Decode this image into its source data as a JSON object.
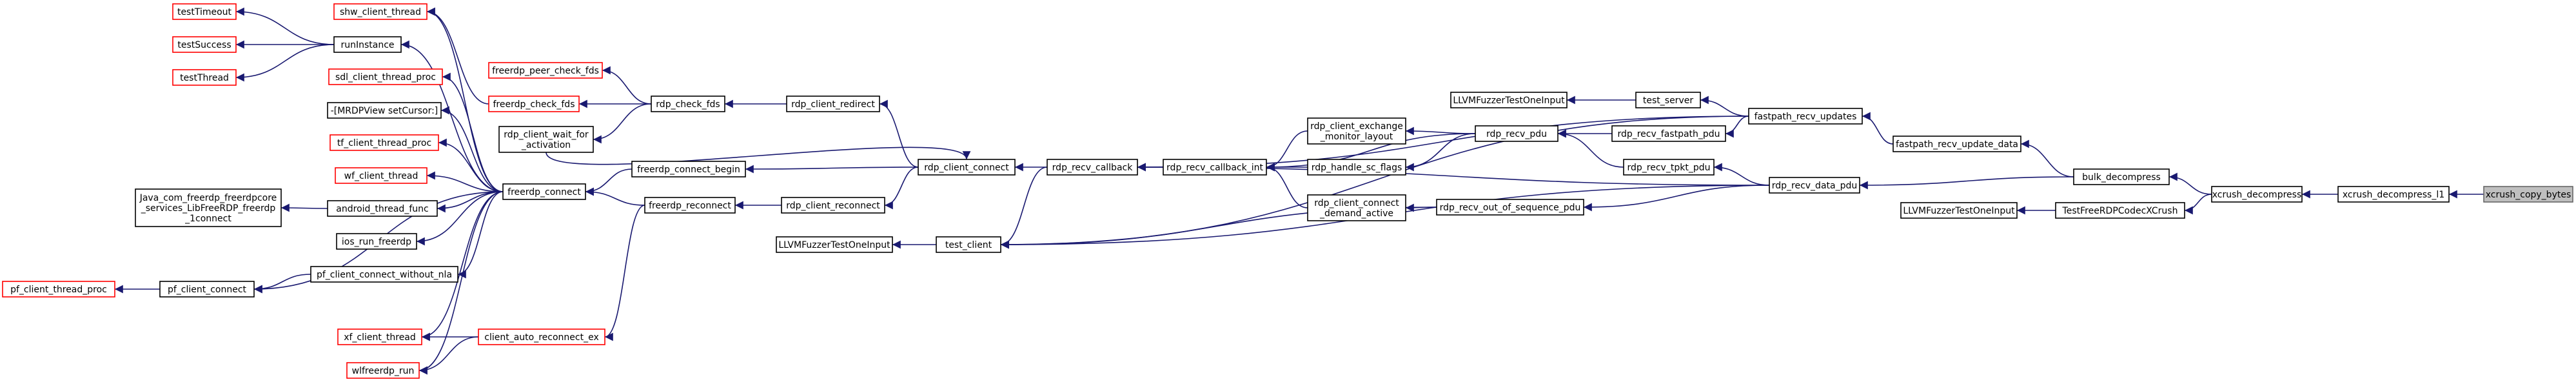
{
  "colors": {
    "edge": "#191970",
    "node_border_default": "#000000",
    "node_border_truncated": "#ff0000",
    "node_fill": "#ffffff",
    "node_fill_focus": "#bfbfbf"
  },
  "nodes": {
    "xcrush_copy_bytes": {
      "lines": [
        "xcrush_copy_bytes"
      ],
      "style": "focus"
    },
    "xcrush_decompress_l1": {
      "lines": [
        "xcrush_decompress_l1"
      ],
      "style": "default"
    },
    "xcrush_decompress": {
      "lines": [
        "xcrush_decompress"
      ],
      "style": "default"
    },
    "bulk_decompress": {
      "lines": [
        "bulk_decompress"
      ],
      "style": "default"
    },
    "TestFreeRDPCodecXCrush": {
      "lines": [
        "TestFreeRDPCodecXCrush"
      ],
      "style": "default"
    },
    "LLVMFuzzerTestOneInput_a": {
      "lines": [
        "LLVMFuzzerTestOneInput"
      ],
      "style": "default"
    },
    "fastpath_recv_update_data": {
      "lines": [
        "fastpath_recv_update_data"
      ],
      "style": "default"
    },
    "rdp_recv_data_pdu": {
      "lines": [
        "rdp_recv_data_pdu"
      ],
      "style": "default"
    },
    "fastpath_recv_updates": {
      "lines": [
        "fastpath_recv_updates"
      ],
      "style": "default"
    },
    "test_server": {
      "lines": [
        "test_server"
      ],
      "style": "default"
    },
    "LLVMFuzzerTestOneInput_b": {
      "lines": [
        "LLVMFuzzerTestOneInput"
      ],
      "style": "default"
    },
    "rdp_recv_fastpath_pdu": {
      "lines": [
        "rdp_recv_fastpath_pdu"
      ],
      "style": "default"
    },
    "rdp_recv_tpkt_pdu": {
      "lines": [
        "rdp_recv_tpkt_pdu"
      ],
      "style": "default"
    },
    "rdp_recv_pdu": {
      "lines": [
        "rdp_recv_pdu"
      ],
      "style": "default"
    },
    "rdp_recv_out_of_sequence_pdu": {
      "lines": [
        "rdp_recv_out_of_sequence_pdu"
      ],
      "style": "default"
    },
    "rdp_client_exchange_monitor_layout": {
      "lines": [
        "rdp_client_exchange",
        "_monitor_layout"
      ],
      "style": "default"
    },
    "rdp_handle_sc_flags": {
      "lines": [
        "rdp_handle_sc_flags"
      ],
      "style": "default"
    },
    "rdp_client_connect_demand_active": {
      "lines": [
        "rdp_client_connect",
        "_demand_active"
      ],
      "style": "default"
    },
    "rdp_recv_callback_int": {
      "lines": [
        "rdp_recv_callback_int"
      ],
      "style": "default"
    },
    "rdp_recv_callback": {
      "lines": [
        "rdp_recv_callback"
      ],
      "style": "default"
    },
    "rdp_client_connect": {
      "lines": [
        "rdp_client_connect"
      ],
      "style": "default"
    },
    "test_client": {
      "lines": [
        "test_client"
      ],
      "style": "default"
    },
    "LLVMFuzzerTestOneInput_c": {
      "lines": [
        "LLVMFuzzerTestOneInput"
      ],
      "style": "default"
    },
    "rdp_client_redirect": {
      "lines": [
        "rdp_client_redirect"
      ],
      "style": "default"
    },
    "rdp_client_reconnect": {
      "lines": [
        "rdp_client_reconnect"
      ],
      "style": "default"
    },
    "rdp_check_fds": {
      "lines": [
        "rdp_check_fds"
      ],
      "style": "default"
    },
    "freerdp_connect_begin": {
      "lines": [
        "freerdp_connect_begin"
      ],
      "style": "default"
    },
    "freerdp_reconnect": {
      "lines": [
        "freerdp_reconnect"
      ],
      "style": "default"
    },
    "freerdp_peer_check_fds": {
      "lines": [
        "freerdp_peer_check_fds"
      ],
      "style": "truncated"
    },
    "freerdp_check_fds": {
      "lines": [
        "freerdp_check_fds"
      ],
      "style": "truncated"
    },
    "rdp_client_wait_for_activation": {
      "lines": [
        "rdp_client_wait_for",
        "_activation"
      ],
      "style": "default"
    },
    "freerdp_connect": {
      "lines": [
        "freerdp_connect"
      ],
      "style": "default"
    },
    "client_auto_reconnect_ex": {
      "lines": [
        "client_auto_reconnect_ex"
      ],
      "style": "truncated"
    },
    "shw_client_thread": {
      "lines": [
        "shw_client_thread"
      ],
      "style": "truncated"
    },
    "runInstance": {
      "lines": [
        "runInstance"
      ],
      "style": "default"
    },
    "testTimeout": {
      "lines": [
        "testTimeout"
      ],
      "style": "truncated"
    },
    "testSuccess": {
      "lines": [
        "testSuccess"
      ],
      "style": "truncated"
    },
    "testThread": {
      "lines": [
        "testThread"
      ],
      "style": "truncated"
    },
    "sdl_client_thread_proc": {
      "lines": [
        "sdl_client_thread_proc"
      ],
      "style": "truncated"
    },
    "MRDPView_setCursor": {
      "lines": [
        "-[MRDPView setCursor:]"
      ],
      "style": "default"
    },
    "tf_client_thread_proc": {
      "lines": [
        "tf_client_thread_proc"
      ],
      "style": "truncated"
    },
    "wf_client_thread": {
      "lines": [
        "wf_client_thread"
      ],
      "style": "truncated"
    },
    "java_connect": {
      "lines": [
        "Java_com_freerdp_freerdpcore",
        "_services_LibFreeRDP_freerdp",
        "_1connect"
      ],
      "style": "default"
    },
    "android_thread_func": {
      "lines": [
        "android_thread_func"
      ],
      "style": "default"
    },
    "ios_run_freerdp": {
      "lines": [
        "ios_run_freerdp"
      ],
      "style": "default"
    },
    "pf_client_connect_without_nla": {
      "lines": [
        "pf_client_connect_without_nla"
      ],
      "style": "default"
    },
    "pf_client_connect": {
      "lines": [
        "pf_client_connect"
      ],
      "style": "default"
    },
    "pf_client_thread_proc": {
      "lines": [
        "pf_client_thread_proc"
      ],
      "style": "truncated"
    },
    "xf_client_thread": {
      "lines": [
        "xf_client_thread"
      ],
      "style": "truncated"
    },
    "wlfreerdp_run": {
      "lines": [
        "wlfreerdp_run"
      ],
      "style": "truncated"
    }
  },
  "edges": [
    [
      "xcrush_decompress_l1",
      "xcrush_copy_bytes"
    ],
    [
      "xcrush_decompress",
      "xcrush_decompress_l1"
    ],
    [
      "bulk_decompress",
      "xcrush_decompress"
    ],
    [
      "TestFreeRDPCodecXCrush",
      "xcrush_decompress"
    ],
    [
      "LLVMFuzzerTestOneInput_a",
      "TestFreeRDPCodecXCrush"
    ],
    [
      "fastpath_recv_update_data",
      "bulk_decompress"
    ],
    [
      "rdp_recv_data_pdu",
      "bulk_decompress"
    ],
    [
      "fastpath_recv_updates",
      "fastpath_recv_update_data"
    ],
    [
      "test_server",
      "fastpath_recv_updates"
    ],
    [
      "rdp_recv_fastpath_pdu",
      "fastpath_recv_updates"
    ],
    [
      "rdp_recv_callback",
      "fastpath_recv_updates"
    ],
    [
      "test_client",
      "fastpath_recv_updates"
    ],
    [
      "LLVMFuzzerTestOneInput_b",
      "test_server"
    ],
    [
      "rdp_recv_pdu",
      "rdp_recv_fastpath_pdu"
    ],
    [
      "rdp_recv_pdu",
      "rdp_recv_tpkt_pdu"
    ],
    [
      "rdp_recv_tpkt_pdu",
      "rdp_recv_data_pdu"
    ],
    [
      "rdp_recv_out_of_sequence_pdu",
      "rdp_recv_data_pdu"
    ],
    [
      "rdp_recv_callback",
      "rdp_recv_data_pdu"
    ],
    [
      "test_client",
      "rdp_recv_data_pdu"
    ],
    [
      "rdp_client_exchange_monitor_layout",
      "rdp_recv_pdu"
    ],
    [
      "rdp_handle_sc_flags",
      "rdp_recv_pdu"
    ],
    [
      "rdp_recv_callback_int",
      "rdp_recv_pdu"
    ],
    [
      "rdp_client_connect_demand_active",
      "rdp_recv_out_of_sequence_pdu"
    ],
    [
      "test_client",
      "rdp_recv_out_of_sequence_pdu"
    ],
    [
      "rdp_recv_callback_int",
      "rdp_client_exchange_monitor_layout"
    ],
    [
      "rdp_recv_callback_int",
      "rdp_handle_sc_flags"
    ],
    [
      "rdp_recv_callback_int",
      "rdp_client_connect_demand_active"
    ],
    [
      "rdp_recv_callback",
      "rdp_recv_callback_int"
    ],
    [
      "rdp_client_connect",
      "rdp_recv_callback"
    ],
    [
      "test_client",
      "rdp_recv_callback"
    ],
    [
      "LLVMFuzzerTestOneInput_c",
      "test_client"
    ],
    [
      "rdp_client_redirect",
      "rdp_client_connect"
    ],
    [
      "rdp_client_reconnect",
      "rdp_client_connect"
    ],
    [
      "freerdp_connect_begin",
      "rdp_client_connect"
    ],
    [
      "rdp_client_connect",
      "rdp_client_wait_for_activation"
    ],
    [
      "rdp_check_fds",
      "rdp_client_redirect"
    ],
    [
      "freerdp_reconnect",
      "rdp_client_reconnect"
    ],
    [
      "freerdp_peer_check_fds",
      "rdp_check_fds"
    ],
    [
      "freerdp_check_fds",
      "rdp_check_fds"
    ],
    [
      "rdp_client_wait_for_activation",
      "rdp_check_fds"
    ],
    [
      "freerdp_connect",
      "freerdp_connect_begin"
    ],
    [
      "freerdp_connect",
      "freerdp_reconnect"
    ],
    [
      "client_auto_reconnect_ex",
      "freerdp_reconnect"
    ],
    [
      "shw_client_thread",
      "freerdp_check_fds"
    ],
    [
      "shw_client_thread",
      "freerdp_connect"
    ],
    [
      "runInstance",
      "freerdp_connect"
    ],
    [
      "testTimeout",
      "runInstance"
    ],
    [
      "testSuccess",
      "runInstance"
    ],
    [
      "testThread",
      "runInstance"
    ],
    [
      "sdl_client_thread_proc",
      "freerdp_connect"
    ],
    [
      "MRDPView_setCursor",
      "freerdp_connect"
    ],
    [
      "tf_client_thread_proc",
      "freerdp_connect"
    ],
    [
      "wf_client_thread",
      "freerdp_connect"
    ],
    [
      "android_thread_func",
      "freerdp_connect"
    ],
    [
      "java_connect",
      "android_thread_func"
    ],
    [
      "ios_run_freerdp",
      "freerdp_connect"
    ],
    [
      "pf_client_connect_without_nla",
      "freerdp_connect"
    ],
    [
      "pf_client_connect",
      "freerdp_connect"
    ],
    [
      "pf_client_connect",
      "pf_client_connect_without_nla"
    ],
    [
      "pf_client_thread_proc",
      "pf_client_connect"
    ],
    [
      "xf_client_thread",
      "freerdp_connect"
    ],
    [
      "xf_client_thread",
      "client_auto_reconnect_ex"
    ],
    [
      "wlfreerdp_run",
      "freerdp_connect"
    ],
    [
      "wlfreerdp_run",
      "client_auto_reconnect_ex"
    ]
  ]
}
